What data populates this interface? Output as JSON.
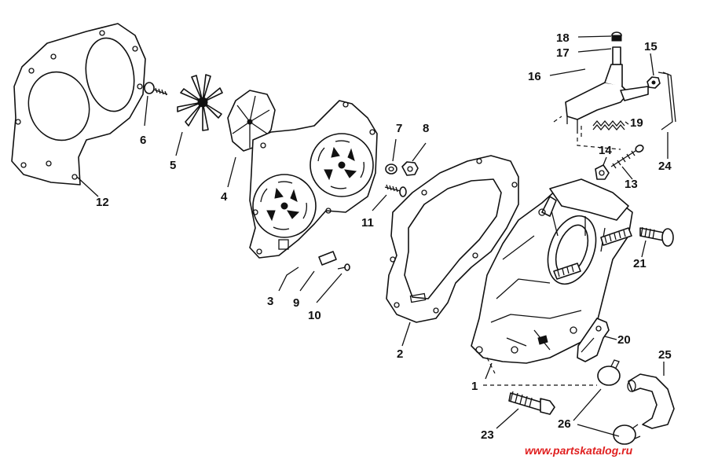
{
  "callouts": [
    "1",
    "2",
    "3",
    "4",
    "5",
    "6",
    "7",
    "8",
    "9",
    "10",
    "11",
    "12",
    "13",
    "14",
    "15",
    "16",
    "17",
    "18",
    "19",
    "20",
    "21",
    "23",
    "24",
    "25",
    "26"
  ],
  "watermark": "www.partskatalog.ru",
  "colors": {
    "line": "#111111",
    "background": "#ffffff",
    "watermark": "#e02020"
  }
}
